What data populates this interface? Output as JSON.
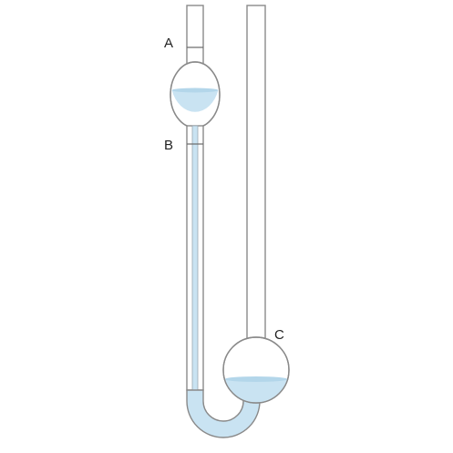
{
  "labels": {
    "a": "A",
    "b": "B",
    "c": "C"
  },
  "colors": {
    "liquid": "#c9e3f2",
    "liquid_surface": "#b3d6ea",
    "glass_outline": "#8a8a8a",
    "background": "#ffffff"
  }
}
